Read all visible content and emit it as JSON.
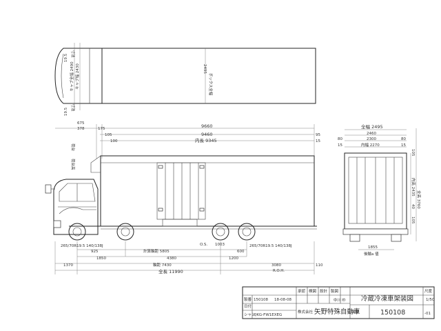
{
  "plan": {
    "cab_width_left": "キャブ全幅 2490",
    "cab_width_inner": "キャブ幅 2430",
    "box_width": "ボックス全幅",
    "box_width_value": "2495",
    "mirror_top": "19.5",
    "mirror_top_label": "寸法",
    "mirror_bottom": "19.5",
    "mirror_bottom_label": "寸法"
  },
  "side": {
    "dim_675": "675",
    "dim_378": "378",
    "dim_175": "175",
    "dim_105": "105",
    "dim_100": "100",
    "overall_body": "9660",
    "body_length": "9460",
    "inner_length": "内長 9345",
    "dim_95": "95",
    "dim_15": "15",
    "vert_label_1": "荷台",
    "vert_label_2": "荷台高",
    "tire_front": "265/70R19.5 140/138J",
    "tire_rear": "265/70R19.5 140/138J",
    "dim_925": "925",
    "wheelbase_calc": "計算軸距 5805",
    "dim_1850": "1850",
    "dim_4380": "4380",
    "os_label": "O.S.",
    "os_value": "1003",
    "dim_600": "600",
    "dim_1200": "1200",
    "dim_1370": "1370",
    "wheelbase": "軸距 7430",
    "dim_3080": "3080",
    "dim_110": "110",
    "rou_label": "R.O.H.",
    "overall_length": "全長 11990"
  },
  "rear": {
    "overall_width": "全幅 2495",
    "width_2460": "2460",
    "width_2300": "2300",
    "dim_80a": "80",
    "dim_80b": "80",
    "dim_15a": "15",
    "dim_15b": "15",
    "inner_width": "内幅 2270",
    "dim_105": "105",
    "inner_height": "内高 2435",
    "overall_height": "全高 3760",
    "dim_40": "40",
    "dim_105b": "105",
    "dim_1855": "1855",
    "tread_label": "後輪a 値"
  },
  "title_block": {
    "col_approve": "承認",
    "col_check": "検図",
    "col_design": "設計",
    "col_draft": "製図",
    "drafter": "中川",
    "drafter_stamp": "㊞",
    "title": "冷蔵冷凍車架装図",
    "scale_label": "尺度",
    "scale_value": "1/50",
    "number_label": "図番",
    "drawing_number": "150108",
    "drawing_suffix": "-01",
    "company_prefix": "株式会社",
    "company": "矢野特殊自動車",
    "meta_label_1": "製番",
    "meta_value_1": "150108",
    "meta_label_2": "日付",
    "meta_value_2": "18-08-08",
    "meta_label_3": "シャシ",
    "meta_value_3": "QKG-FW1EXEG"
  }
}
